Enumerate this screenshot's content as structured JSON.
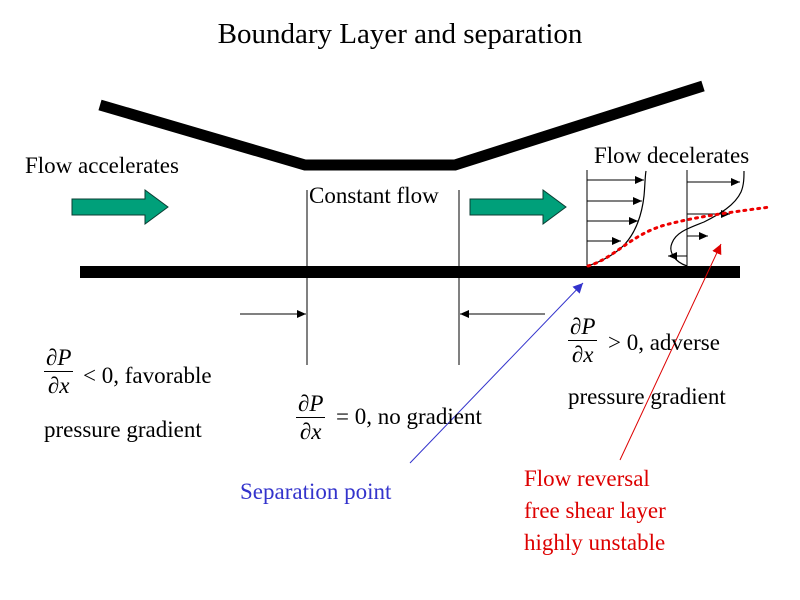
{
  "title": "Boundary Layer and separation",
  "labels": {
    "flow_accelerates": "Flow accelerates",
    "constant_flow": "Constant flow",
    "flow_decelerates": "Flow decelerates"
  },
  "favorable": {
    "numerator": "∂P",
    "denominator": "∂x",
    "relation": "< 0, favorable",
    "line2": "pressure gradient"
  },
  "zero": {
    "numerator": "∂P",
    "denominator": "∂x",
    "relation": "= 0, no gradient"
  },
  "adverse": {
    "numerator": "∂P",
    "denominator": "∂x",
    "relation": "> 0,    adverse",
    "line2": "pressure gradient"
  },
  "separation": {
    "label": "Separation point"
  },
  "reversal": {
    "line1": "Flow reversal",
    "line2": "free shear layer",
    "line3": "highly unstable"
  },
  "colors": {
    "arrow_fill": "#00a07a",
    "separation_text": "#3333cc",
    "reversal_text": "#dd0000",
    "shear_layer": "#ee0000"
  }
}
